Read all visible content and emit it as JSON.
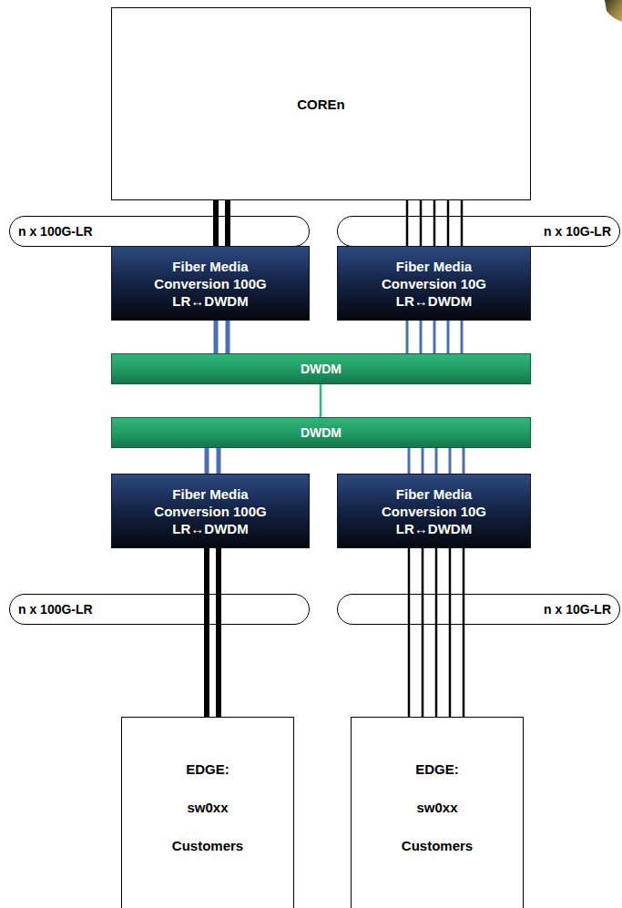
{
  "diagram": {
    "nodes": [
      {
        "text": [
          "COREn"
        ]
      },
      {
        "text": [
          "n x 100G-LR"
        ]
      },
      {
        "text": [
          "n x 10G-LR"
        ]
      },
      {
        "text": [
          "Fiber Media Conversion 100G LR↔DWDM"
        ]
      },
      {
        "text": [
          "Fiber Media Conversion 10G LR↔DWDM"
        ]
      },
      {
        "text": [
          "DWDM"
        ]
      },
      {
        "text": [
          "DWDM"
        ]
      },
      {
        "text": [
          "Fiber Media Conversion 100G LR↔DWDM"
        ]
      },
      {
        "text": [
          "Fiber Media Conversion 10G LR↔DWDM"
        ]
      },
      {
        "text": [
          "n x 100G-LR"
        ]
      },
      {
        "text": [
          "n x 10G-LR"
        ]
      },
      {
        "text": [
          "EDGE:",
          "sw0xx",
          "Customers"
        ]
      },
      {
        "text": [
          "EDGE:",
          "sw0xx",
          "Customers"
        ]
      }
    ],
    "edges": [
      {
        "from": 0,
        "to": 3,
        "arrow": "none"
      },
      {
        "from": 0,
        "to": 3,
        "arrow": "none"
      },
      {
        "from": 0,
        "to": 4,
        "arrow": "none"
      },
      {
        "from": 0,
        "to": 4,
        "arrow": "none"
      },
      {
        "from": 0,
        "to": 4,
        "arrow": "none"
      },
      {
        "from": 0,
        "to": 4,
        "arrow": "none"
      },
      {
        "from": 0,
        "to": 4,
        "arrow": "none"
      },
      {
        "from": 3,
        "to": 5,
        "arrow": "none"
      },
      {
        "from": 3,
        "to": 5,
        "arrow": "none"
      },
      {
        "from": 4,
        "to": 5,
        "arrow": "none"
      },
      {
        "from": 4,
        "to": 5,
        "arrow": "none"
      },
      {
        "from": 4,
        "to": 5,
        "arrow": "none"
      },
      {
        "from": 4,
        "to": 5,
        "arrow": "none"
      },
      {
        "from": 4,
        "to": 5,
        "arrow": "none"
      },
      {
        "from": 5,
        "to": 6,
        "arrow": "none"
      },
      {
        "from": 6,
        "to": 7,
        "arrow": "none"
      },
      {
        "from": 6,
        "to": 7,
        "arrow": "none"
      },
      {
        "from": 6,
        "to": 8,
        "arrow": "none"
      },
      {
        "from": 6,
        "to": 8,
        "arrow": "none"
      },
      {
        "from": 6,
        "to": 8,
        "arrow": "none"
      },
      {
        "from": 6,
        "to": 8,
        "arrow": "none"
      },
      {
        "from": 6,
        "to": 8,
        "arrow": "none"
      },
      {
        "from": 7,
        "to": 11,
        "arrow": "none"
      },
      {
        "from": 7,
        "to": 11,
        "arrow": "none"
      },
      {
        "from": 8,
        "to": 12,
        "arrow": "none"
      },
      {
        "from": 8,
        "to": 12,
        "arrow": "none"
      },
      {
        "from": 8,
        "to": 12,
        "arrow": "none"
      },
      {
        "from": 8,
        "to": 12,
        "arrow": "none"
      },
      {
        "from": 8,
        "to": 12,
        "arrow": "none"
      }
    ]
  }
}
